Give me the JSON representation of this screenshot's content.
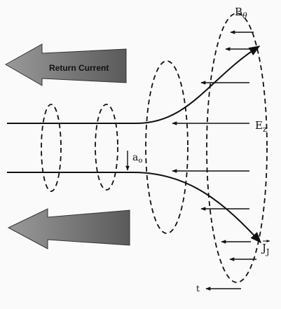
{
  "labels": {
    "b_theta": "B",
    "b_theta_sub": "θ",
    "e_z": "E",
    "e_z_sub": "z",
    "a0": "a",
    "a0_sub": "o",
    "j_j": "J",
    "j_j_sub": "J",
    "return_current": "Return Current",
    "t": "t"
  },
  "colors": {
    "ink": "#111111",
    "arrow_fill": "#7a7a7a",
    "background": "#fafafa"
  }
}
